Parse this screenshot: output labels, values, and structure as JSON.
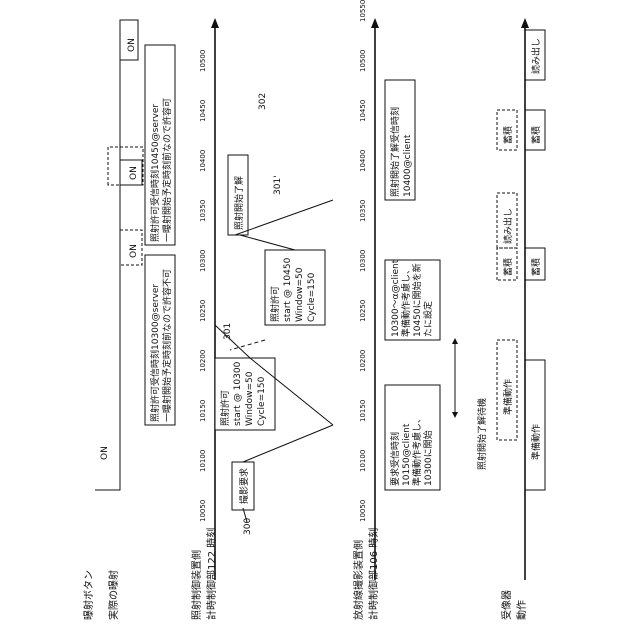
{
  "rows": {
    "exposure_button": "曝射ボタン",
    "actual_exposure": "実際の曝射",
    "controller": "照射制御装置側\n計時制御部122 時刻",
    "imaging": "放射線撮影装置側\n計時制御部106 時刻",
    "detector": "受像器\n動作"
  },
  "ticks": [
    "10050",
    "10100",
    "10150",
    "10200",
    "10250",
    "10300",
    "10350",
    "10400",
    "10450",
    "10500"
  ],
  "imaging_ticks": [
    "10050",
    "10100",
    "10150",
    "10200",
    "10250",
    "10300",
    "10350",
    "10400",
    "10450",
    "10500",
    "10550"
  ],
  "signals": {
    "button_on": "ON",
    "exposure_on_top": "ON",
    "dashed_on_1": "ON",
    "dashed_on_2": "ON"
  },
  "boxes": {
    "capture_request": "撮影要求",
    "permit_1": "照射許可\nstart @ 10300\nWindow=50\nCycle=150",
    "permit_2": "照射許可\nstart @ 10450\nWindow=50\nCycle=150",
    "receive_10300": "照射許可受信時刻10300@server\n一曝射開始予定時刻前なので許容不可",
    "receive_10450": "照射許可受信時刻10450@server\n一曝射開始予定時刻前なので許容可",
    "exposure_start_ack": "照射開始了解",
    "request_receive": "要求受信時刻\n10150@client\n準備動作考慮し、\n10300に開始",
    "client_10300": "10300～α@client\n準備動作考慮し、\n10450に開始を新\nたに設定",
    "client_10400": "照射開始了解受信時刻\n10400@client",
    "exposure_wait": "照射開始了解待機"
  },
  "refs": {
    "r300": "300",
    "r301": "301",
    "r301p": "301'",
    "r302": "302"
  },
  "detector": {
    "prep_1": "準備動作",
    "prep_2": "準備動作",
    "accum_1": "蓄積",
    "accum_2": "蓄積",
    "accum_3": "蓄積",
    "accum_4": "蓄積",
    "readout_1": "読み出し",
    "readout_2": "読み出し"
  }
}
